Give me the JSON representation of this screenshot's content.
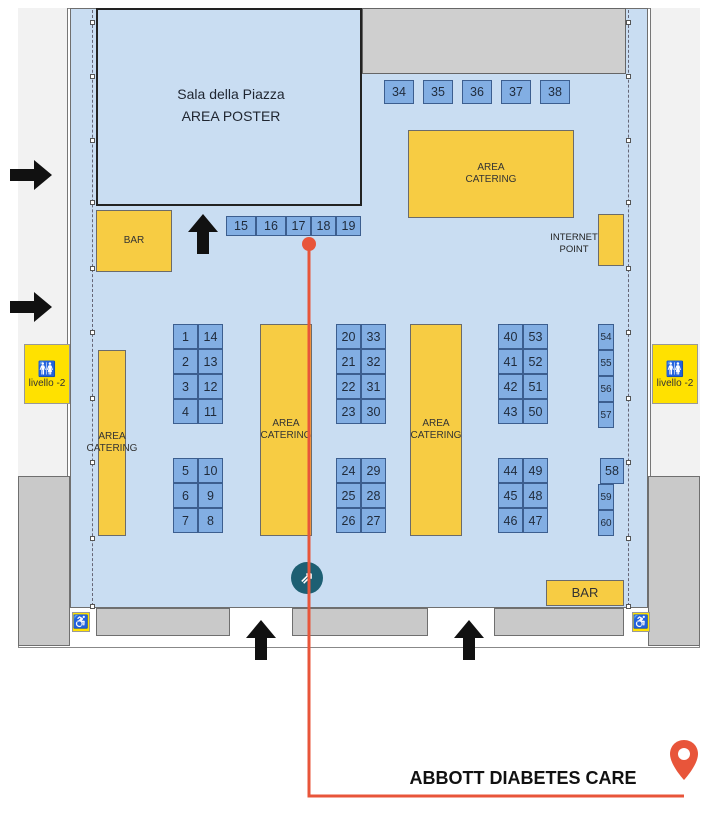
{
  "poster_area": {
    "line1": "Sala della Piazza",
    "line2": "AREA POSTER"
  },
  "bars": {
    "top_left": "BAR",
    "bottom_right": "BAR"
  },
  "catering": {
    "top": [
      "AREA",
      "CATERING"
    ],
    "left": [
      "AREA",
      "CATERING"
    ],
    "center_left": [
      "AREA",
      "CATERING"
    ],
    "center_right": [
      "AREA",
      "CATERING"
    ]
  },
  "internet_point": [
    "INTERNET",
    "POINT"
  ],
  "level_signs": {
    "left": "livello -2",
    "right": "livello -2"
  },
  "booths": {
    "top_row": [
      "34",
      "35",
      "36",
      "37",
      "38"
    ],
    "poster_row": [
      "15",
      "16",
      "17",
      "18",
      "19"
    ],
    "g1": [
      [
        "1",
        "14"
      ],
      [
        "2",
        "13"
      ],
      [
        "3",
        "12"
      ],
      [
        "4",
        "11"
      ]
    ],
    "g2": [
      [
        "5",
        "10"
      ],
      [
        "6",
        "9"
      ],
      [
        "7",
        "8"
      ]
    ],
    "g3": [
      [
        "20",
        "33"
      ],
      [
        "21",
        "32"
      ],
      [
        "22",
        "31"
      ],
      [
        "23",
        "30"
      ]
    ],
    "g4": [
      [
        "24",
        "29"
      ],
      [
        "25",
        "28"
      ],
      [
        "26",
        "27"
      ]
    ],
    "g5": [
      [
        "40",
        "53"
      ],
      [
        "41",
        "52"
      ],
      [
        "42",
        "51"
      ],
      [
        "43",
        "50"
      ]
    ],
    "g6": [
      [
        "44",
        "49"
      ],
      [
        "45",
        "48"
      ],
      [
        "46",
        "47"
      ]
    ],
    "right_col_a": [
      "54",
      "55",
      "56",
      "57"
    ],
    "right_col_b": [
      "58",
      "59",
      "60"
    ]
  },
  "route": {
    "label": "ABBOTT DIABETES CARE",
    "color": "#e8553a",
    "start_booth": "17"
  },
  "colors": {
    "floor": "#c9ddf2",
    "booth": "#82aee3",
    "catering": "#f7cc43",
    "marker": "#e8553a",
    "stair_badge": "#1d5f73"
  },
  "icons": [
    "entrance-arrow-icon",
    "wheelchair-icon",
    "toilet-icon",
    "location-pin-icon",
    "stairs-icon"
  ]
}
